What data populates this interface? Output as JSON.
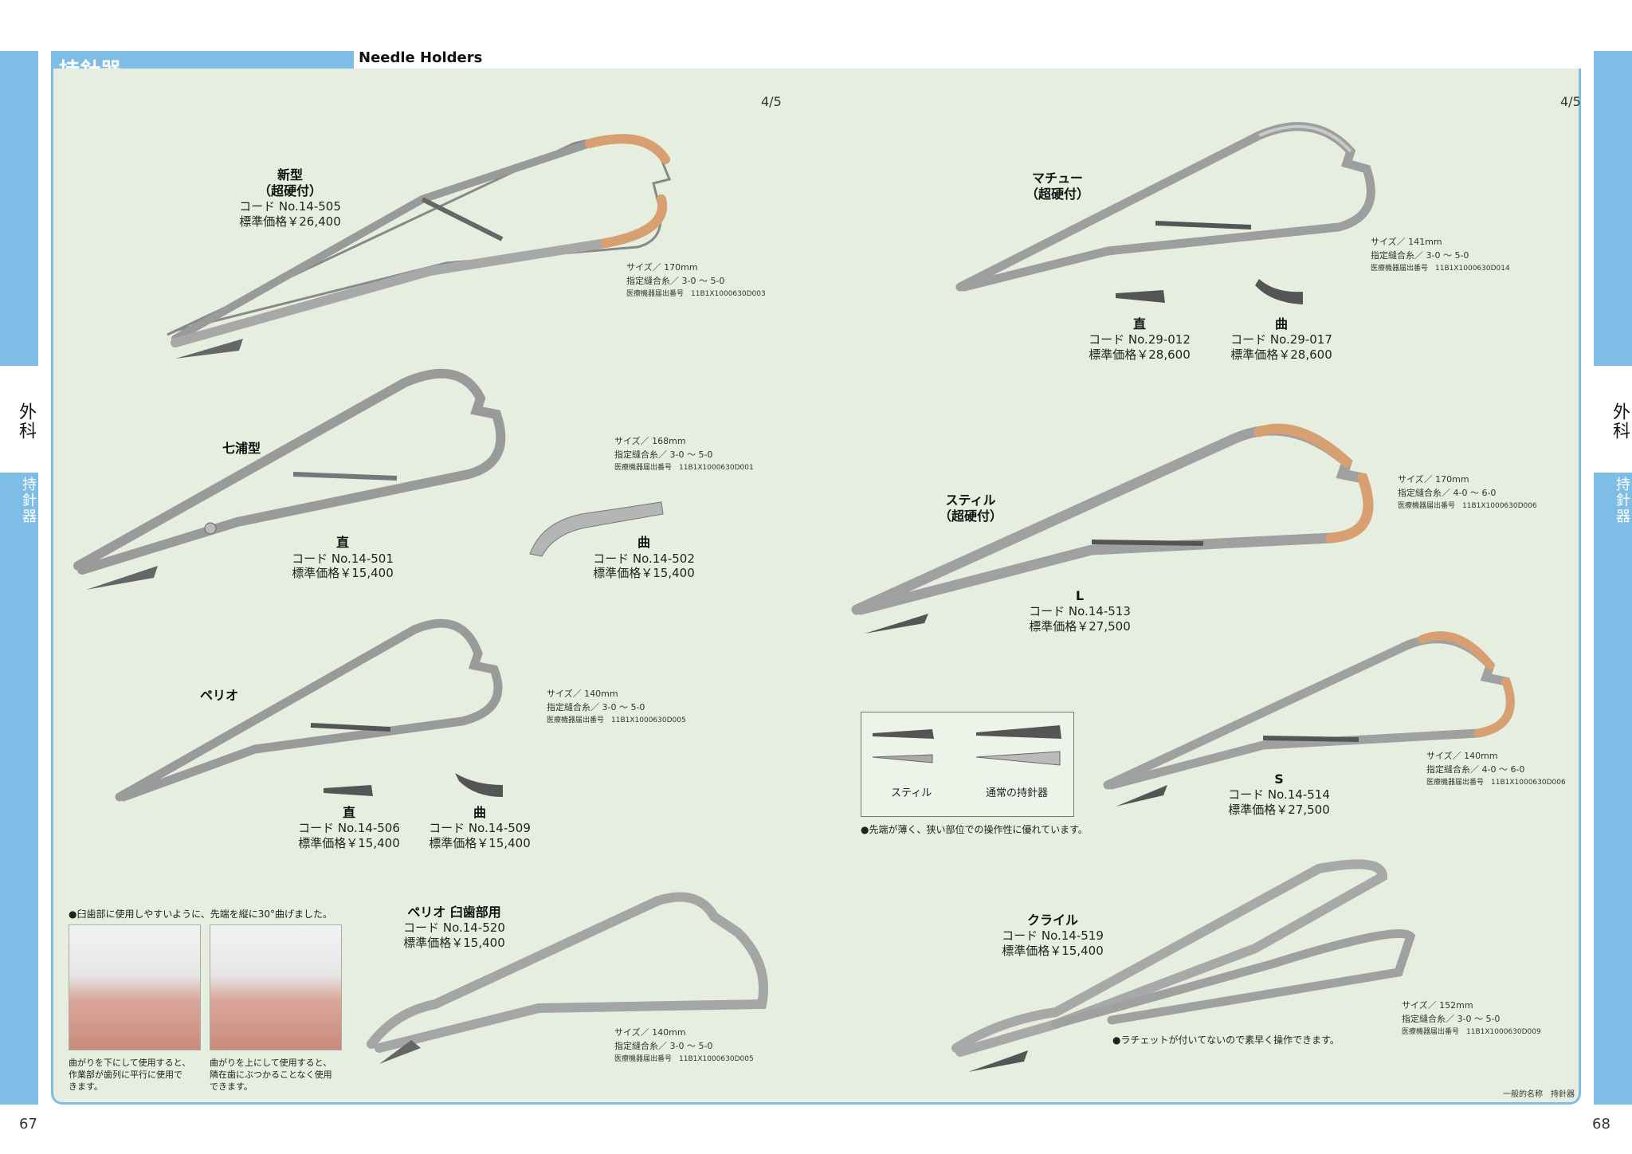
{
  "header": {
    "title_jp": "持針器",
    "title_en": "Needle Holders"
  },
  "side": {
    "major": "外科",
    "minor": "持針器"
  },
  "page_numbers": {
    "left": "67",
    "right": "68"
  },
  "fractions": {
    "left": "4/5",
    "right": "4/5"
  },
  "general_name": "一般的名称　持針器",
  "products": {
    "p14505": {
      "name1": "新型",
      "name2": "（超硬付）",
      "code": "コード No.14-505",
      "price": "標準価格￥26,400",
      "size": "サイズ／ 170mm",
      "suture": "指定縫合糸／ 3-0 ～ 5-0",
      "reg": "医療機器届出番号　11B1X1000630D003"
    },
    "nanaura": {
      "name": "七浦型",
      "size": "サイズ／ 168mm",
      "suture": "指定縫合糸／ 3-0 ～ 5-0",
      "reg": "医療機器届出番号　11B1X1000630D001",
      "straight_label": "直",
      "straight_code": "コード No.14-501",
      "straight_price": "標準価格￥15,400",
      "curved_label": "曲",
      "curved_code": "コード No.14-502",
      "curved_price": "標準価格￥15,400"
    },
    "perio": {
      "name": "ペリオ",
      "size": "サイズ／ 140mm",
      "suture": "指定縫合糸／ 3-0 ～ 5-0",
      "reg": "医療機器届出番号　11B1X1000630D005",
      "straight_label": "直",
      "straight_code": "コード No.14-506",
      "straight_price": "標準価格￥15,400",
      "curved_label": "曲",
      "curved_code": "コード No.14-509",
      "curved_price": "標準価格￥15,400"
    },
    "perio_molar": {
      "name": "ペリオ 臼歯部用",
      "code": "コード No.14-520",
      "price": "標準価格￥15,400",
      "size": "サイズ／ 140mm",
      "suture": "指定縫合糸／ 3-0 ～ 5-0",
      "reg": "医療機器届出番号　11B1X1000630D005",
      "note": "●臼歯部に使用しやすいように、先端を縦に30°曲げました。",
      "caption_left": [
        "曲がりを下にして使用すると、",
        "作業部が歯列に平行に使用で",
        "きます。"
      ],
      "caption_right": [
        "曲がりを上にして使用すると、",
        "隣在歯にぶつかることなく使用",
        "できます。"
      ]
    },
    "matthew": {
      "name1": "マチュー",
      "name2": "（超硬付）",
      "size": "サイズ／ 141mm",
      "suture": "指定縫合糸／ 3-0 ～ 5-0",
      "reg": "医療機器届出番号　11B1X1000630D014",
      "straight_label": "直",
      "straight_code": "コード No.29-012",
      "straight_price": "標準価格￥28,600",
      "curved_label": "曲",
      "curved_code": "コード No.29-017",
      "curved_price": "標準価格￥28,600"
    },
    "still_l": {
      "name1": "スティル",
      "name2": "（超硬付）",
      "label": "L",
      "code": "コード No.14-513",
      "price": "標準価格￥27,500",
      "size": "サイズ／ 170mm",
      "suture": "指定縫合糸／ 4-0 ～ 6-0",
      "reg": "医療機器届出番号　11B1X1000630D006"
    },
    "still_s": {
      "label": "S",
      "code": "コード No.14-514",
      "price": "標準価格￥27,500",
      "size": "サイズ／ 140mm",
      "suture": "指定縫合糸／ 4-0 ～ 6-0",
      "reg": "医療機器届出番号　11B1X1000630D006"
    },
    "legend": {
      "left": "スティル",
      "right": "通常の持針器",
      "note": "●先端が薄く、狭い部位での操作性に優れています。"
    },
    "krile": {
      "name": "クライル",
      "code": "コード No.14-519",
      "price": "標準価格￥15,400",
      "size": "サイズ／ 152mm",
      "suture": "指定縫合糸／ 3-0 ～ 5-0",
      "reg": "医療機器届出番号　11B1X1000630D009",
      "note": "●ラチェットが付いてないので素早く操作できます。"
    }
  }
}
